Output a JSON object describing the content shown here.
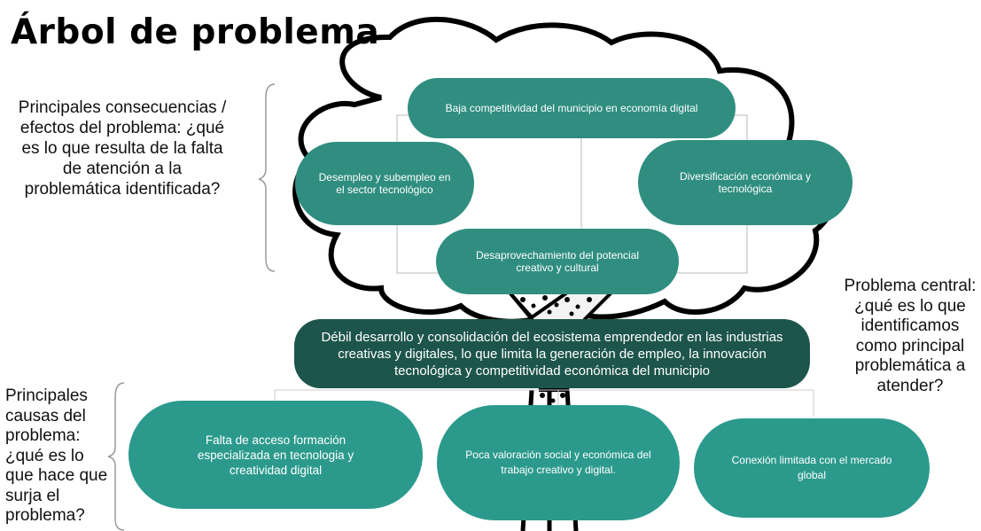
{
  "title": "Árbol de problema",
  "consequences_prompt": "Principales consecuencias / efectos del problema: ¿qué es lo que resulta de la falta de atención a la problemática identificada?",
  "causes_prompt": "Principales causas del problema: ¿qué es lo que hace que surja el problema?",
  "central_prompt": "Problema central: ¿qué es lo que identificamos como principal problemática a atender?",
  "effects": {
    "top": "Baja competitividad del municipio en economía digital",
    "left": "Desempleo y subempleo en el sector tecnológico",
    "right": "Diversificación económica y tecnológica",
    "middle": "Desaprovechamiento del potencial creativo y cultural"
  },
  "central_problem": "Débil desarrollo y consolidación del ecosistema emprendedor en las industrias creativas y digitales, lo que limita la generación de empleo, la innovación tecnológica y competitividad económica del municipio",
  "causes": [
    "Falta de acceso formación especializada en tecnologia y creatividad digital",
    "Poca valoración social y económica del trabajo creativo y digital.",
    "Conexión limitada con el mercado global"
  ],
  "colors": {
    "teal": "#2f8e80",
    "dark_teal": "#1d554c",
    "outline": "#000000"
  }
}
